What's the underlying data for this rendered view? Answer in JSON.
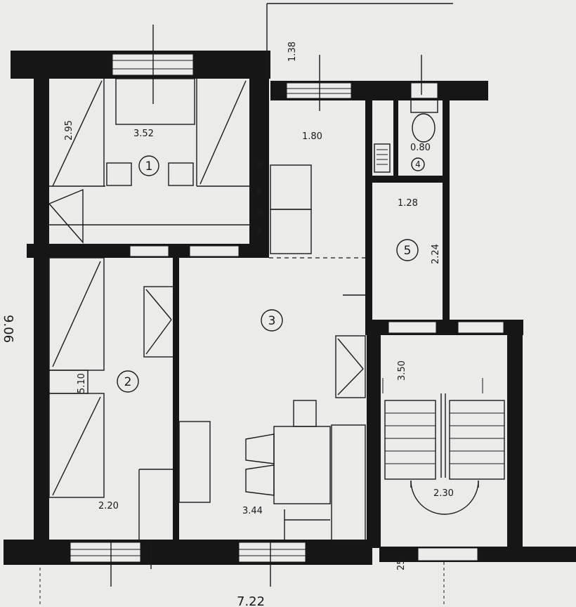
{
  "rooms": [
    {
      "number": "1",
      "width": "3.52",
      "depth": "2.95"
    },
    {
      "number": "2",
      "width": "2.20",
      "depth": "5.10"
    },
    {
      "number": "3",
      "width": "3.44",
      "hall_width": "1.80",
      "hall_extra": "1.38"
    },
    {
      "number": "4",
      "width": "0.80"
    },
    {
      "number": "5",
      "width": "1.28",
      "depth": "2.24"
    }
  ],
  "stair": {
    "width": "2.30",
    "depth": "3.50"
  },
  "overall": {
    "width": "7.22",
    "depth": "9.06",
    "wall": "25"
  },
  "colors": {
    "ink": "#161616",
    "paper": "#ebebe9"
  }
}
